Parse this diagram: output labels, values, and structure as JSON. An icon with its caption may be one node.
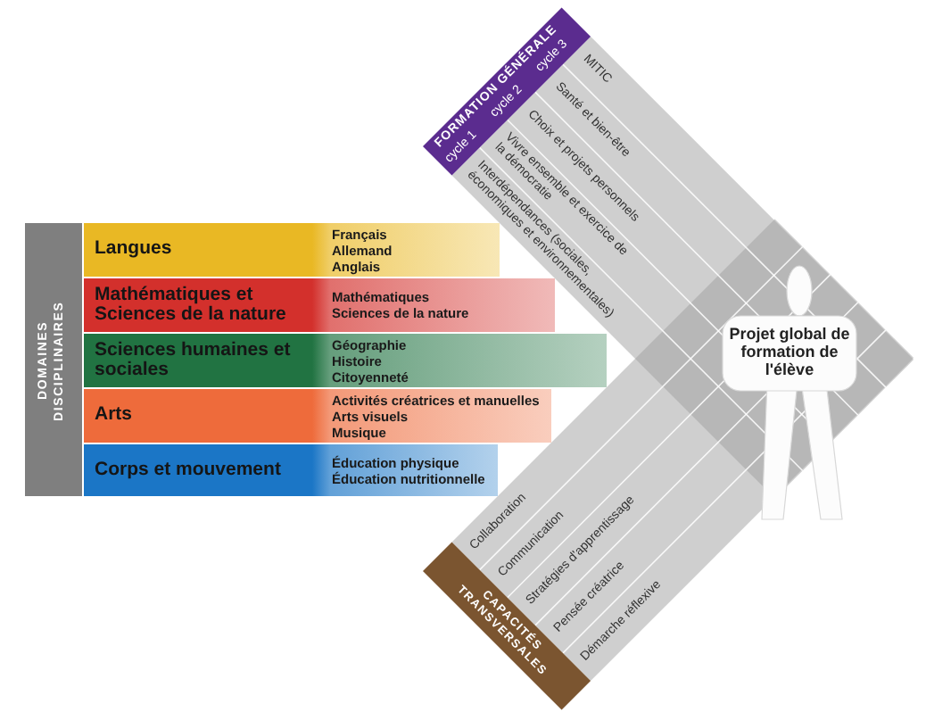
{
  "diagram": {
    "nodes": [
      {
        "text": [
          "DOMAINES DISCIPLINAIRES"
        ]
      },
      {
        "text": [
          "Langues",
          "Français",
          "Allemand",
          "Anglais"
        ]
      },
      {
        "text": [
          "Mathématiques et Sciences de la nature",
          "Mathématiques",
          "Sciences de la nature"
        ]
      },
      {
        "text": [
          "Sciences humaines et sociales",
          "Géographie",
          "Histoire",
          "Citoyenneté"
        ]
      },
      {
        "text": [
          "Arts",
          "Activités créatrices et manuelles",
          "Arts visuels",
          "Musique"
        ]
      },
      {
        "text": [
          "Corps et mouvement",
          "Éducation physique",
          "Éducation nutritionnelle"
        ]
      },
      {
        "text": [
          "FORMATION GÉNÉRALE",
          "cycle 1",
          "cycle 2",
          "cycle 3"
        ]
      },
      {
        "text": [
          "MITIC"
        ]
      },
      {
        "text": [
          "Santé et bien-être"
        ]
      },
      {
        "text": [
          "Choix et projets personnels"
        ]
      },
      {
        "text": [
          "Vivre ensemble et exercice de la démocratie"
        ]
      },
      {
        "text": [
          "Interdépendances (sociales, économiques et environnementales)"
        ]
      },
      {
        "text": [
          "Projet global de formation de l'élève"
        ]
      },
      {
        "text": [
          "CAPACITÉS TRANSVERSALES"
        ]
      },
      {
        "text": [
          "Collaboration"
        ]
      },
      {
        "text": [
          "Communication"
        ]
      },
      {
        "text": [
          "Stratégies d'apprentissage"
        ]
      },
      {
        "text": [
          "Pensée créatrice"
        ]
      },
      {
        "text": [
          "Démarche réflexive"
        ]
      }
    ]
  }
}
